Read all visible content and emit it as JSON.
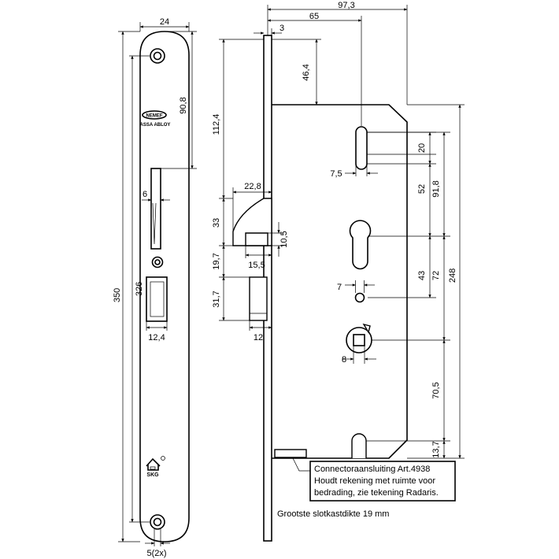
{
  "front_view": {
    "dims": {
      "width_top": "24",
      "total_height": "350",
      "hole_spacing": "326",
      "top_to_latch": "90,8",
      "latch_width": "6",
      "bolt_width": "12,4",
      "hole_dia": "5(2x)"
    },
    "brand": {
      "logo": "NEMEF",
      "sub": "ASSA ABLOY"
    },
    "cert": "SKG"
  },
  "side_view": {
    "dims": {
      "depth_total": "97,3",
      "depth_65": "65",
      "plate_3": "3",
      "top_46": "46,4",
      "top_112": "112,4",
      "latch_22": "22,8",
      "latch_33": "33",
      "latch_10": "10,5",
      "latch_15": "15,5",
      "gap_19": "19,7",
      "bolt_31": "31,7",
      "bolt_12": "12",
      "slot_20": "20",
      "slot_7_5": "7,5",
      "dist_52": "52",
      "dist_91": "91,8",
      "dist_43": "43",
      "dist_72": "72",
      "dist_248": "248",
      "hole_7": "7",
      "sq_8": "8",
      "dist_70": "70,5",
      "dist_13": "13,7"
    },
    "note_lines": [
      "Connectoraansluiting Art.4938",
      "Houdt rekening met ruimte voor",
      "bedrading, zie tekening Radaris."
    ],
    "footer": "Grootste slotkastdikte 19 mm"
  }
}
